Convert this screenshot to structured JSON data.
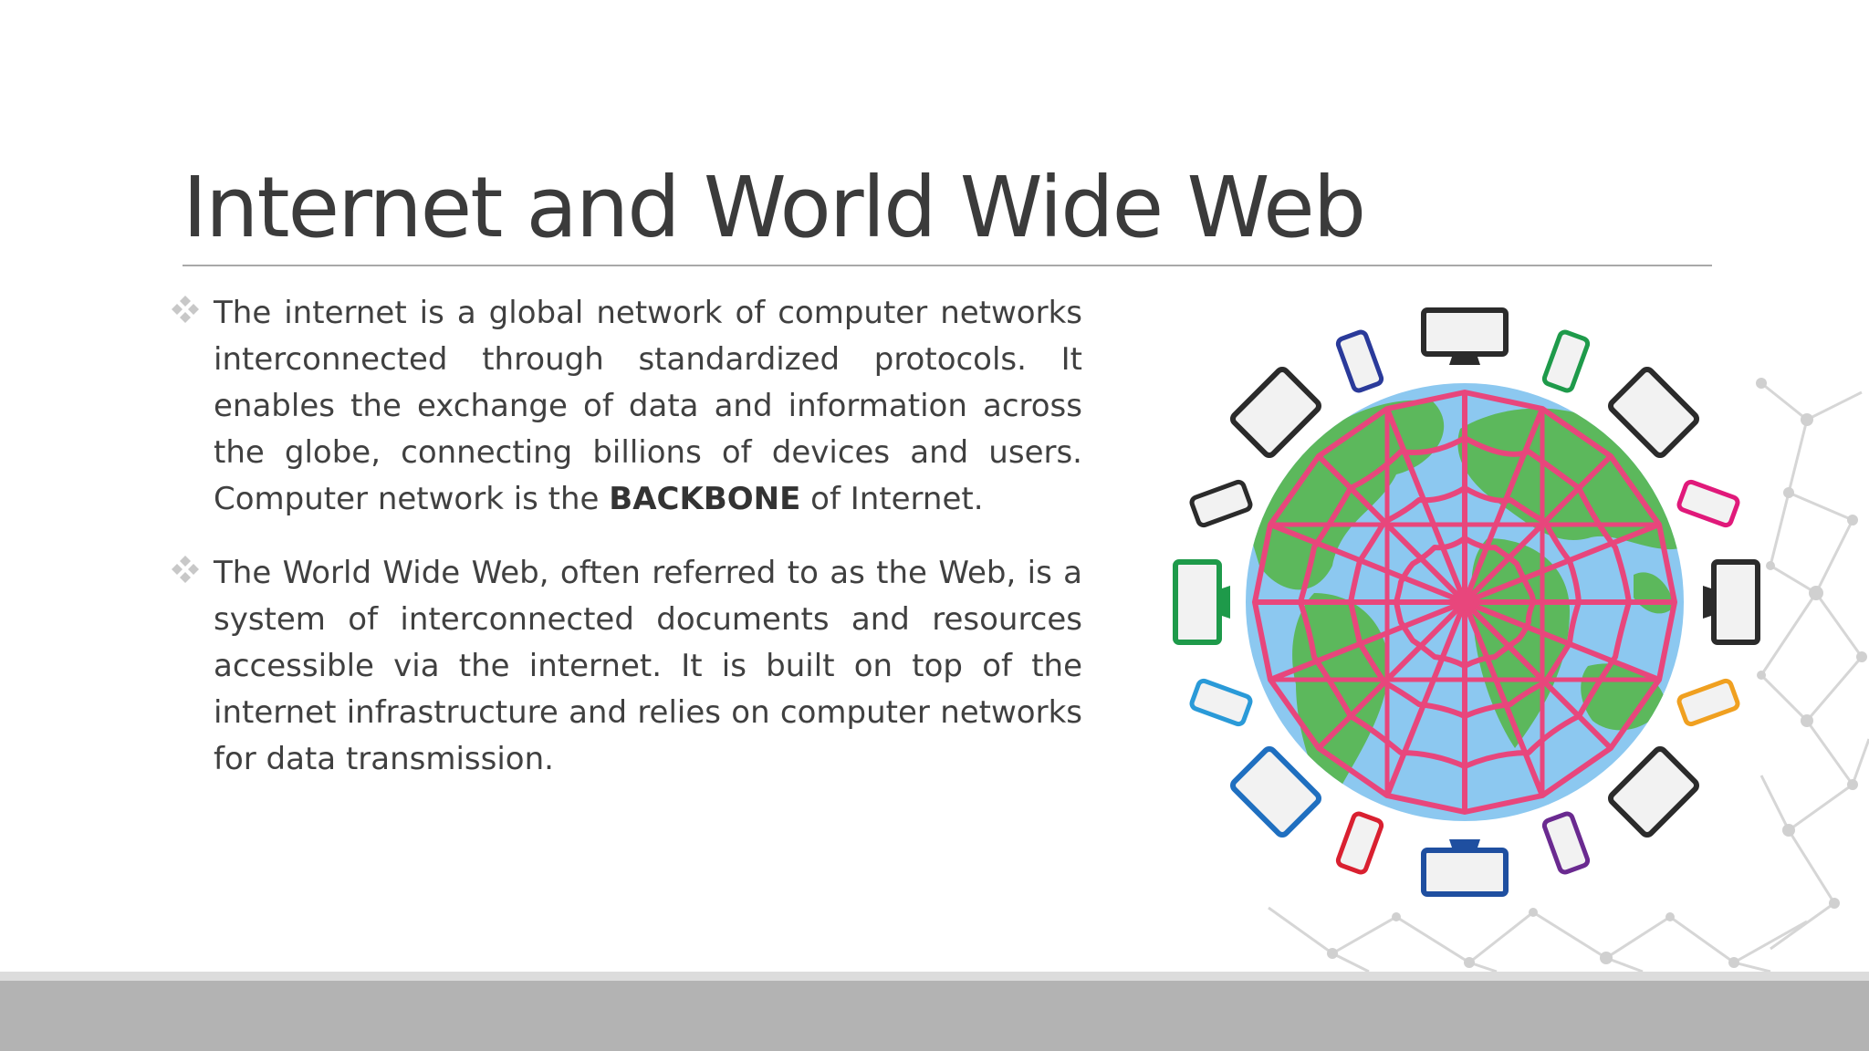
{
  "slide": {
    "title": "Internet and World Wide Web",
    "bullets": [
      {
        "text_before": "The internet is a global network of computer networks interconnected through standardized protocols. It enables the exchange of data and information across the globe, connecting billions of devices and users. Computer network is the ",
        "emphasis": "BACKBONE",
        "text_after": " of Internet."
      },
      {
        "text_before": "The World Wide Web, often referred to as the Web, is a system of interconnected documents and resources accessible via the internet. It is built on top of the internet infrastructure and relies on computer networks for data transmission.",
        "emphasis": "",
        "text_after": ""
      }
    ],
    "bullet_icon": "four-diamond-bullet-icon",
    "illustration": {
      "globe_icon": "globe-icon",
      "web_icon": "spider-web-icon",
      "device_icons": [
        "monitor-icon",
        "tablet-icon",
        "smartphone-icon"
      ]
    }
  },
  "colors": {
    "title": "#3b3b3b",
    "body_text": "#404040",
    "rule": "#a9a9a9",
    "bullet": "#c8c8c8",
    "ocean": "#8cc8f0",
    "land": "#5cb85c",
    "web": "#e8467c",
    "footer": "#b3b3b3",
    "footer_light": "#dcdcdc"
  }
}
